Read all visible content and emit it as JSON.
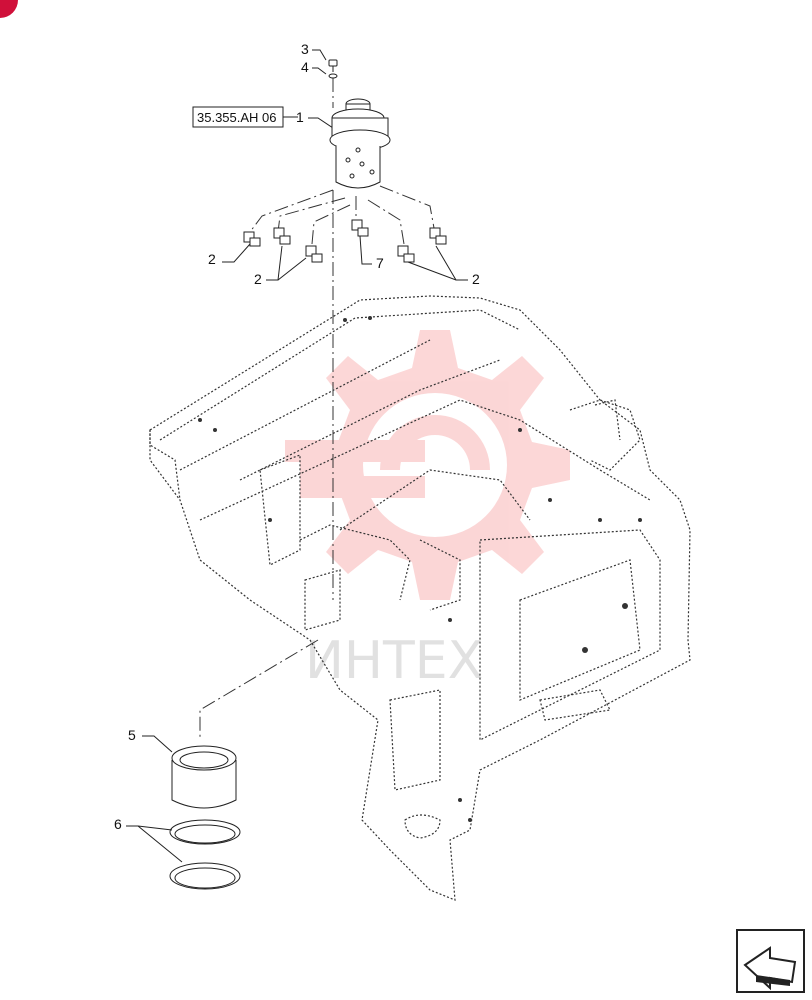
{
  "reference": {
    "code": "35.355.AH 06"
  },
  "callouts": [
    {
      "id": "c3",
      "number": "3"
    },
    {
      "id": "c4",
      "number": "4"
    },
    {
      "id": "c1",
      "number": "1"
    },
    {
      "id": "c2a",
      "number": "2"
    },
    {
      "id": "c2b",
      "number": "2"
    },
    {
      "id": "c7",
      "number": "7"
    },
    {
      "id": "c2c",
      "number": "2"
    },
    {
      "id": "c5",
      "number": "5"
    },
    {
      "id": "c6",
      "number": "6"
    }
  ],
  "watermark": {
    "text": "ИНТЕХ",
    "gear_color": "#f04a4a"
  },
  "colors": {
    "line": "#222222",
    "badge": "#d0103a"
  },
  "icons": {
    "nav": "next-page-arrow-icon"
  }
}
